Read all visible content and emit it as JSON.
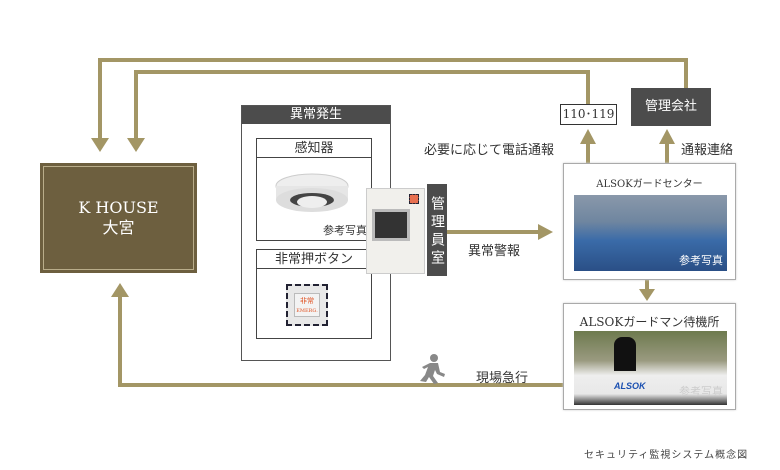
{
  "khouse": {
    "line1": "K HOUSE",
    "line2": "大宮"
  },
  "incident": {
    "title": "異常発生",
    "sensor": {
      "title": "感知器",
      "caption": "参考写真"
    },
    "button": {
      "title": "非常押ボタン",
      "label_jp": "非常",
      "label_en": "EMERG."
    }
  },
  "manager_room": "管理員室",
  "labels": {
    "phone": "必要に応じて電話通報",
    "alarm": "異常警報",
    "report": "通報連絡",
    "dispatch": "現場急行"
  },
  "emergency_numbers": "110･119",
  "management_company": "管理会社",
  "guard_center": {
    "title": "ALSOKガードセンター",
    "caption": "参考写真"
  },
  "guard_station": {
    "title": "ALSOKガードマン待機所",
    "car_logo": "ALSOK",
    "caption": "参考写真"
  },
  "footer_caption": "セキュリティ監視システム概念図",
  "colors": {
    "line": "#a39665",
    "khouse": "#6d5f3f",
    "dark": "#4c4c4c"
  }
}
